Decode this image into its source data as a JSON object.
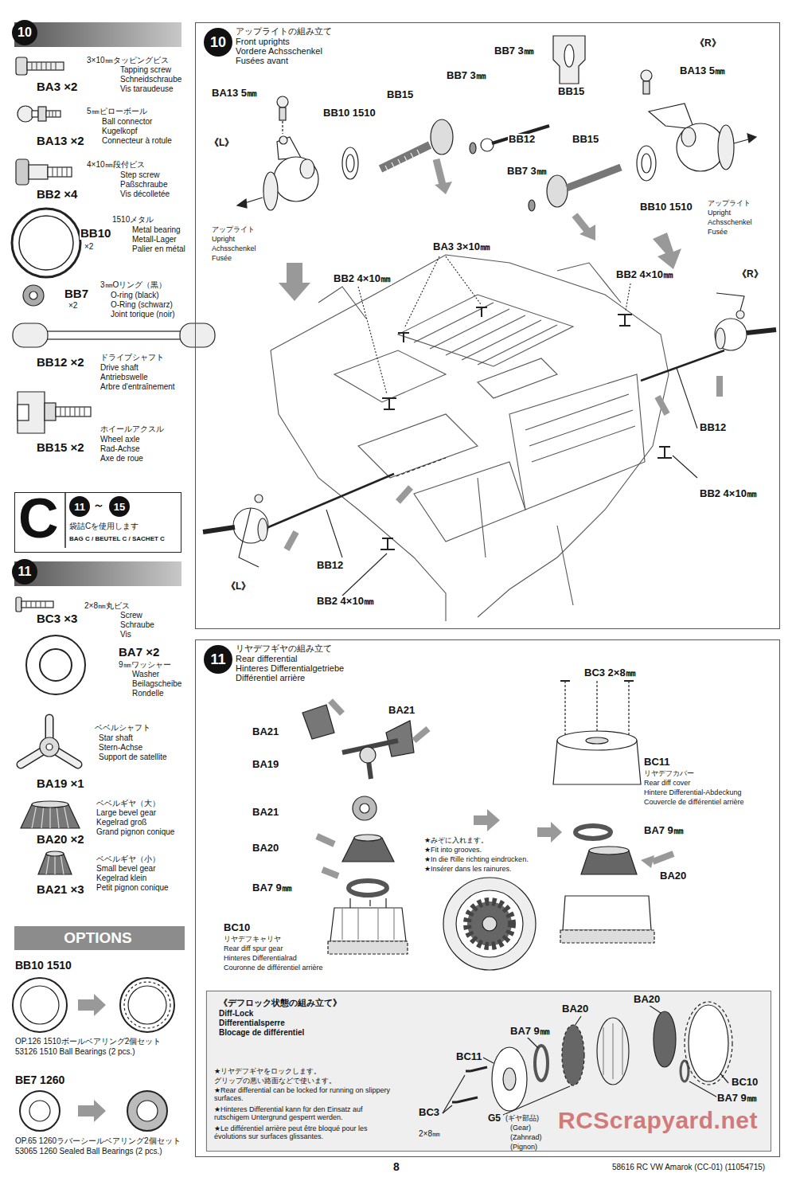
{
  "diagram": {
    "nodes": [
      {
        "text": [
          "10"
        ]
      },
      {
        "text": [
          "C",
          "11",
          "～",
          "15",
          "袋詰Cを使用します",
          "BAG C / BEUTEL C / SACHET C"
        ]
      },
      {
        "text": [
          "11"
        ]
      },
      {
        "text": [
          "OPTIONS"
        ]
      },
      {
        "text": [
          "10",
          "アップライトの組み立て",
          "Front uprights",
          "Vordere Achsschenkel",
          "Fusées avant"
        ]
      },
      {
        "text": [
          "11",
          "リヤデフギヤの組み立て",
          "Rear differential",
          "Hinteres Differentialgetriebe",
          "Différentiel arrière"
        ]
      },
      {
        "text": [
          "《デフロック状態の組み立て》",
          "Diff-Lock",
          "Differentialsperre",
          "Blocage de différentiel"
        ],
        "in": 5
      }
    ],
    "labels": [
      "BA3 ×2",
      "3×10㎜タッピングビス",
      "Tapping screw",
      "Schneidschraube",
      "Vis taraudeuse",
      "BA13 ×2",
      "5㎜ピローボール",
      "Ball connector",
      "Kugelkopf",
      "Connecteur à rotule",
      "BB2 ×4",
      "4×10㎜段付ビス",
      "Step screw",
      "Paßschraube",
      "Vis décolletée",
      "BB10",
      "×2",
      "1510メタル",
      "Metal bearing",
      "Metall-Lager",
      "Palier en métal",
      "BB7",
      "×2",
      "3㎜Oリング（黒）",
      "O-ring (black)",
      "O-Ring (schwarz)",
      "Joint torique (noir)",
      "BB12 ×2",
      "ドライブシャフト",
      "Drive shaft",
      "Antriebswelle",
      "Arbre d'entraînement",
      "BB15 ×2",
      "ホイールアクスル",
      "Wheel axle",
      "Rad-Achse",
      "Axe de roue",
      "BC3 ×3",
      "2×8㎜丸ビス",
      "Screw",
      "Schraube",
      "Vis",
      "BA7 ×2",
      "9㎜ワッシャー",
      "Washer",
      "Beilagscheibe",
      "Rondelle",
      "ベベルシャフト",
      "Star shaft",
      "Stern-Achse",
      "Support de satellite",
      "BA19 ×1",
      "ベベルギヤ（大）",
      "Large bevel gear",
      "Kegelrad groß",
      "Grand pignon conique",
      "BA20 ×2",
      "ベベルギヤ（小）",
      "Small bevel gear",
      "Kegelrad klein",
      "Petit pignon conique",
      "BA21 ×3",
      "BB10 1510",
      "OP.126 1510ボールベアリング2個セット",
      "53126 1510 Ball Bearings (2 pcs.)",
      "BE7 1260",
      "OP.65 1260ラバーシールベアリング2個セット",
      "53065 1260 Sealed Ball Bearings (2 pcs.)",
      "BA13 5㎜",
      "BB10 1510",
      "BB15",
      "BB7 3㎜",
      "《L》",
      "アップライト",
      "Upright",
      "Achsschenkel",
      "Fusée",
      "BB7 3㎜",
      "BB15",
      "BB12",
      "BB7 3㎜",
      "BB15",
      "BB10 1510",
      "《R》",
      "BA13 5㎜",
      "アップライト",
      "Upright",
      "Achsschenkel",
      "Fusée",
      "BA3 3×10㎜",
      "BB2 4×10㎜",
      "BB2 4×10㎜",
      "《R》",
      "BB12",
      "BB2 4×10㎜",
      "BB12",
      "《L》",
      "BB2 4×10㎜",
      "BC3 2×8㎜",
      "BA21",
      "BA21",
      "BA19",
      "BA21",
      "BA20",
      "BA7 9㎜",
      "BC10",
      "リヤデフキャリヤ",
      "Rear diff spur gear",
      "Hinteres Differentialrad",
      "Couronne de différentiel arrière",
      "★みぞに入れます。",
      "★Fit into grooves.",
      "★In die Rille richting eindrücken.",
      "★Insérer dans les rainures.",
      "BC11",
      "リヤデフカバー",
      "Rear diff cover",
      "Hintere Differential-Abdeckung",
      "Couvercle de différentiel arrière",
      "BA7 9㎜",
      "BA20",
      "BA20",
      "BA7 9㎜",
      "BA20",
      "BC11",
      "BC3",
      "2×8㎜",
      "BC10",
      "G5",
      "(ギヤ部品)",
      "(Gear)",
      "(Zahnrad)",
      "(Pignon)",
      "BA7 9㎜",
      "★リヤデフギヤをロックします。",
      "グリップの悪い路面などで使います。",
      "★Rear differential can be locked for running on slippery surfaces.",
      "★Hinteres Differential kann für den Einsatz auf rutschigem Untergrund gesperrt werden.",
      "★Le différentiel arrière peut être bloqué pour les évolutions sur surfaces glissantes.",
      "8",
      "58616 RC VW Amarok (CC-01) (11054715)",
      "RCScrapyard.net"
    ]
  }
}
